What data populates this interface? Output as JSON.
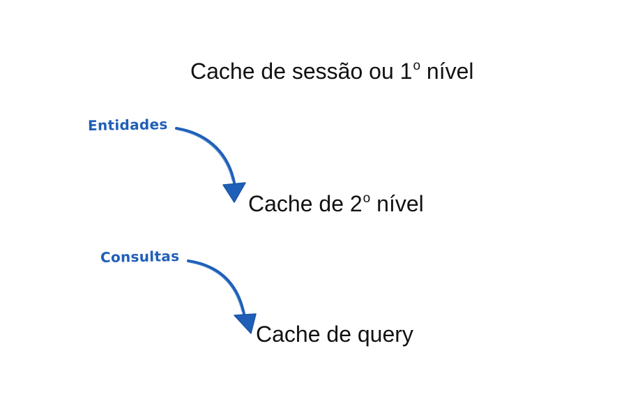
{
  "headings": {
    "session_cache": {
      "text": "Cache de sessão ou 1",
      "superscript": "o",
      "suffix": " nível"
    },
    "second_level_cache": {
      "text": "Cache de 2",
      "superscript": "o",
      "suffix": " nível"
    },
    "query_cache": {
      "text": "Cache de query"
    }
  },
  "annotations": {
    "entities": "Entidades",
    "queries": "Consultas"
  },
  "colors": {
    "text": "#111111",
    "annotation": "#1f5fb8",
    "background": "#ffffff"
  }
}
